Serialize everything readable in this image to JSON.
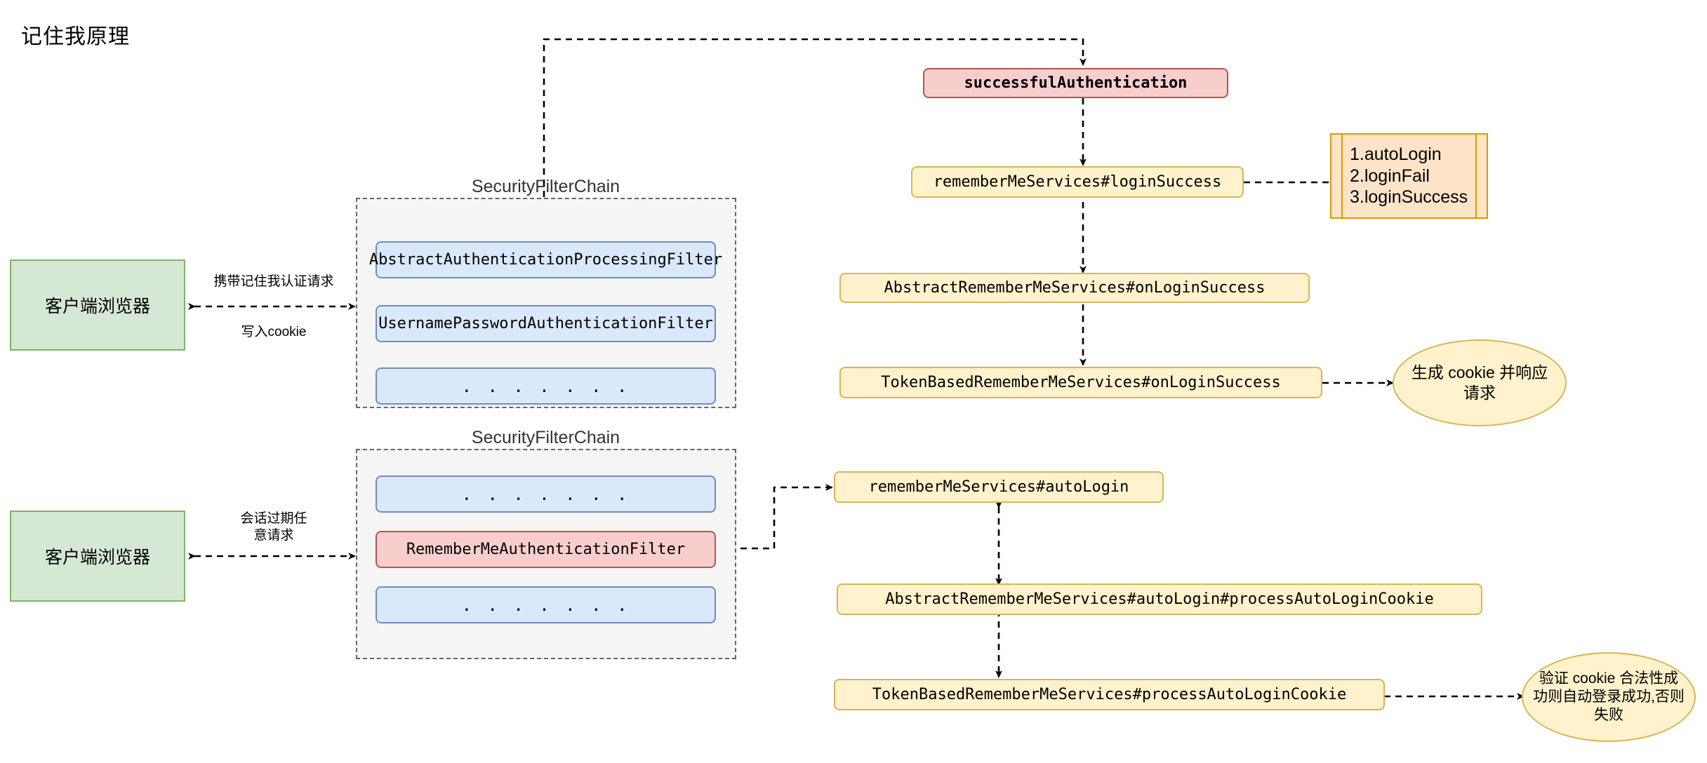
{
  "diagram": {
    "title": "记住我原理",
    "colors": {
      "green_fill": "#d5e8d4",
      "green_stroke": "#82b366",
      "blue_fill": "#dae8fc",
      "blue_stroke": "#6c8ebf",
      "red_fill": "#f8cecc",
      "red_stroke": "#b85450",
      "yellow_fill": "#fff2cc",
      "yellow_stroke": "#d6b656",
      "note_fill": "#fde3c8",
      "note_stroke": "#d79b00",
      "group_fill": "#f5f5f5",
      "group_stroke": "#666666",
      "edge": "#000000"
    }
  },
  "groups": {
    "chain_top_label": "SecurityFilterChain",
    "chain_bottom_label": "SecurityFilterChain"
  },
  "nodes": {
    "client_top": "客户端浏览器",
    "client_bottom": "客户端浏览器",
    "abstract_auth_processing_filter": "AbstractAuthenticationProcessingFilter",
    "username_password_filter": "UsernamePasswordAuthenticationFilter",
    "ellipsis_top": ". . . . . . .",
    "ellipsis_mid": ". . . . . . .",
    "remember_me_auth_filter": "RememberMeAuthenticationFilter",
    "ellipsis_bottom": ". . . . . . .",
    "successful_authentication": "successfulAuthentication",
    "remember_me_login_success": "rememberMeServices#loginSuccess",
    "abstract_on_login_success": "AbstractRememberMeServices#onLoginSuccess",
    "token_on_login_success": "TokenBasedRememberMeServices#onLoginSuccess",
    "remember_me_auto_login": "rememberMeServices#autoLogin",
    "abstract_auto_login": "AbstractRememberMeServices#autoLogin#processAutoLoginCookie",
    "token_process_auto_login_cookie": "TokenBasedRememberMeServices#processAutoLoginCookie",
    "ellipse_generate_cookie": "生成 cookie 并响应请求",
    "ellipse_validate_cookie": "验证 cookie 合法性成功则自动登录成功,否则失败"
  },
  "note": {
    "lines": [
      "1.autoLogin",
      "2.loginFail",
      "3.loginSuccess"
    ],
    "line1": "1.autoLogin",
    "line2": "2.loginFail",
    "line3": "3.loginSuccess"
  },
  "edge_labels": {
    "top_above": "携带记住我认证请求",
    "top_below": "写入cookie",
    "bottom": "会话过期任\n意请求"
  }
}
